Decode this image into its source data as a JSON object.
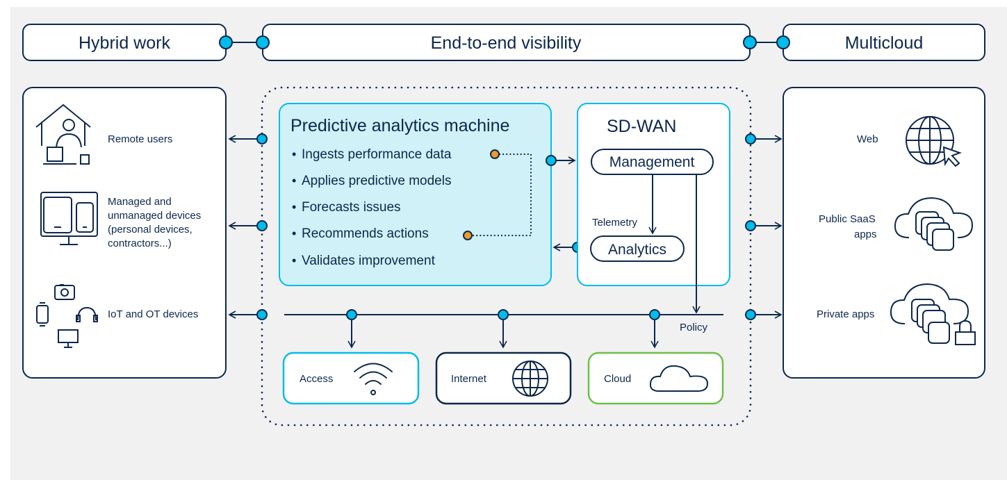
{
  "header": {
    "hybrid_work": "Hybrid work",
    "visibility": "End-to-end visibility",
    "multicloud": "Multicloud"
  },
  "left_panel": {
    "remote_users": "Remote users",
    "managed_line1": "Managed and",
    "managed_line2": "unmanaged devices",
    "managed_line3": "(personal devices,",
    "managed_line4": "contractors...)",
    "iot": "IoT and OT devices"
  },
  "analytics": {
    "title": "Predictive analytics machine",
    "items": [
      "Ingests performance data",
      "Applies predictive models",
      "Forecasts issues",
      "Recommends actions",
      "Validates improvement"
    ]
  },
  "sdwan": {
    "title": "SD-WAN",
    "management": "Management",
    "telemetry": "Telemetry",
    "analytics": "Analytics",
    "policy": "Policy"
  },
  "bottom": {
    "access": "Access",
    "internet": "Internet",
    "cloud": "Cloud"
  },
  "right_panel": {
    "web": "Web",
    "saas_line1": "Public SaaS",
    "saas_line2": "apps",
    "private": "Private apps"
  },
  "colors": {
    "navy": "#0d274d",
    "cyan": "#00bceb",
    "light_blue_fill": "#cff1f7",
    "orange": "#eb9c2d",
    "green": "#6cc04a",
    "background": "#f1f1f2"
  },
  "icons": [
    "house-user-icon",
    "tablet-phone-monitor-icon",
    "iot-devices-icon",
    "wifi-icon",
    "globe-icon",
    "cloud-icon",
    "globe-cursor-icon",
    "cloud-apps-icon",
    "cloud-apps-lock-icon"
  ]
}
